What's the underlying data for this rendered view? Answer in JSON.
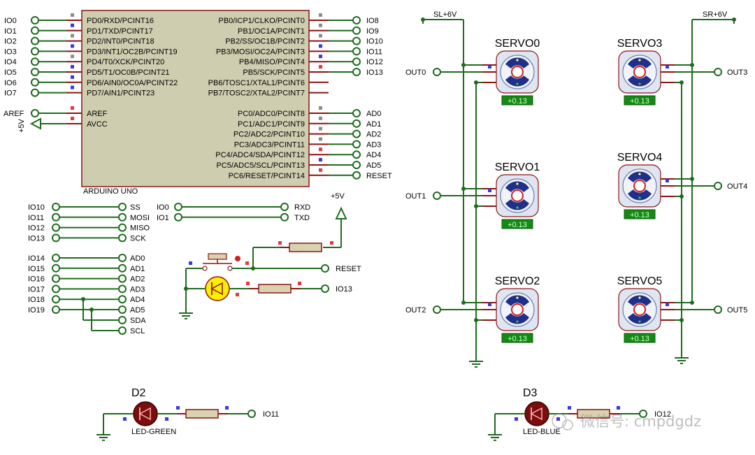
{
  "arduino": {
    "name": "ARDUINO UNO",
    "left_pins": [
      "PD0/RXD/PCINT16",
      "PD1/TXD/PCINT17",
      "PD2/INT0/PCINT18",
      "PD3/INT1/OC2B/PCINT19",
      "PD4/T0/XCK/PCINT20",
      "PD5/T1/OC0B/PCINT21",
      "PD6/AIN0/OC0A/PCINT22",
      "PD7/AIN1/PCINT23"
    ],
    "left_nets": [
      "IO0",
      "IO1",
      "IO2",
      "IO3",
      "IO4",
      "IO5",
      "IO6",
      "IO7"
    ],
    "aref_pin": "AREF",
    "avcc_pin": "AVCC",
    "aref_net": "AREF",
    "avcc_net": "+5V",
    "right_pins_b": [
      "PB0/ICP1/CLKO/PCINT0",
      "PB1/OC1A/PCINT1",
      "PB2/SS/OC1B/PCINT2",
      "PB3/MOSI/OC2A/PCINT3",
      "PB4/MISO/PCINT4",
      "PB5/SCK/PCINT5",
      "PB6/TOSC1/XTAL1/PCINT6",
      "PB7/TOSC2/XTAL2/PCINT7"
    ],
    "right_nets_b": [
      "IO8",
      "IO9",
      "IO10",
      "IO11",
      "IO12",
      "IO13"
    ],
    "right_pins_c": [
      "PC0/ADC0/PCINT8",
      "PC1/ADC1/PCINT9",
      "PC2/ADC2/PCINT10",
      "PC3/ADC3/PCINT11",
      "PC4/ADC4/SDA/PCINT12",
      "PC5/ADC5/SCL/PCINT13",
      "PC6/RESET/PCINT14"
    ],
    "right_nets_c": [
      "AD0",
      "AD1",
      "AD2",
      "AD3",
      "AD4",
      "AD5",
      "RESET"
    ]
  },
  "aliases_left": [
    {
      "from": "IO10",
      "to": "SS"
    },
    {
      "from": "IO11",
      "to": "MOSI"
    },
    {
      "from": "IO12",
      "to": "MISO"
    },
    {
      "from": "IO13",
      "to": "SCK"
    }
  ],
  "aliases_uart": [
    {
      "from": "IO0",
      "to": "RXD"
    },
    {
      "from": "IO1",
      "to": "TXD"
    }
  ],
  "aliases_analog": [
    {
      "from": "IO14",
      "to": "AD0"
    },
    {
      "from": "IO15",
      "to": "AD1"
    },
    {
      "from": "IO16",
      "to": "AD2"
    },
    {
      "from": "IO17",
      "to": "AD3"
    },
    {
      "from": "IO18",
      "to": "AD4"
    },
    {
      "from": "IO19",
      "to": "AD5"
    }
  ],
  "i2c_labels": [
    "SDA",
    "SCL"
  ],
  "reset_circuit": {
    "supply": "+5V",
    "reset_net": "RESET",
    "led_net": "IO13"
  },
  "supplies": {
    "left": "SL+6V",
    "right": "SR+6V"
  },
  "servos": [
    {
      "name": "SERVO0",
      "out": "OUT0",
      "value": "+0.13"
    },
    {
      "name": "SERVO1",
      "out": "OUT1",
      "value": "+0.13"
    },
    {
      "name": "SERVO2",
      "out": "OUT2",
      "value": "+0.13"
    },
    {
      "name": "SERVO3",
      "out": "OUT3",
      "value": "+0.13"
    },
    {
      "name": "SERVO4",
      "out": "OUT4",
      "value": "+0.13"
    },
    {
      "name": "SERVO5",
      "out": "OUT5",
      "value": "+0.13"
    }
  ],
  "leds": [
    {
      "ref": "D2",
      "type": "LED-GREEN",
      "net": "IO11"
    },
    {
      "ref": "D3",
      "type": "LED-BLUE",
      "net": "IO12"
    }
  ],
  "watermark": "微信号: cmpdgdz",
  "colors": {
    "wire": "#1f6b1f",
    "chip_body": "#cfcdb0",
    "chip_border": "#8b1414",
    "servo_badge": "#138a13",
    "servo_body": "#dfe6f2",
    "servo_arm": "#1f2f8a",
    "led_yellow": "#ffee00",
    "resistor": "#d9d2b0",
    "pin_high": "#e43a3a",
    "pin_low": "#3a3adc",
    "pin_float": "#8c8c8c"
  }
}
